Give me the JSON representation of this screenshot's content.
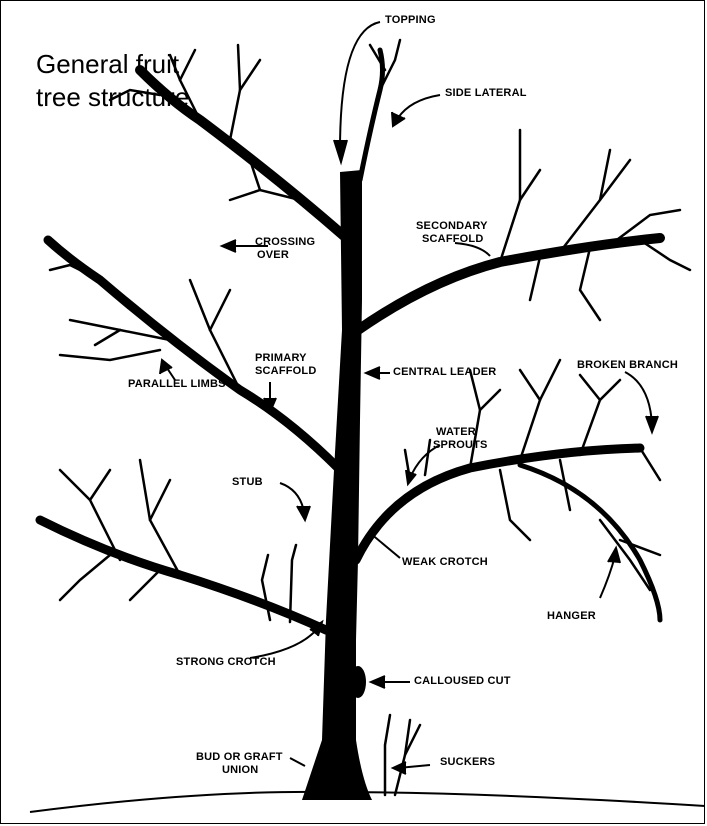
{
  "title": "General fruit tree structure",
  "labels": {
    "topping": "TOPPING",
    "side_lateral": "SIDE LATERAL",
    "secondary_scaffold_1": "SECONDARY",
    "secondary_scaffold_2": "SCAFFOLD",
    "crossing_over_1": "CROSSING",
    "crossing_over_2": "OVER",
    "primary_scaffold_1": "PRIMARY",
    "primary_scaffold_2": "SCAFFOLD",
    "central_leader": "CENTRAL LEADER",
    "broken_branch": "BROKEN BRANCH",
    "parallel_limbs": "PARALLEL LIMBS",
    "water_sprouts_1": "WATER",
    "water_sprouts_2": "SPROUTS",
    "stub": "STUB",
    "weak_crotch": "WEAK CROTCH",
    "hanger": "HANGER",
    "strong_crotch": "STRONG CROTCH",
    "calloused_cut": "CALLOUSED CUT",
    "bud_graft_union_1": "BUD OR GRAFT",
    "bud_graft_union_2": "UNION",
    "suckers": "SUCKERS"
  }
}
